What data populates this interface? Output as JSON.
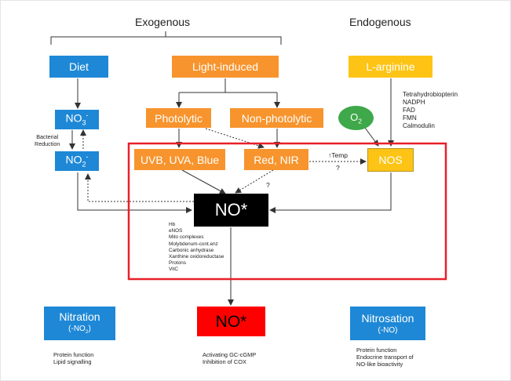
{
  "headers": {
    "exogenous": "Exogenous",
    "endogenous": "Endogenous"
  },
  "boxes": {
    "diet": "Diet",
    "light_induced": "Light-induced",
    "l_arginine": "L-arginine",
    "no3": {
      "base": "NO",
      "sub": "3",
      "sup": "-"
    },
    "no2": {
      "base": "NO",
      "sub": "2",
      "sup": "-"
    },
    "photolytic": "Photolytic",
    "non_photolytic": "Non-photolytic",
    "uvb": "UVB, UVA, Blue",
    "red_nir": "Red, NIR",
    "nos": "NOS",
    "no_star_center": "NO*",
    "nitration": {
      "title": "Nitration",
      "paren_open": "(-NO",
      "sub": "2",
      "paren_close": ")"
    },
    "no_star_bottom": "NO*",
    "nitrosation": {
      "title": "Nitrosation",
      "sub_label": "(-NO)"
    }
  },
  "o2": {
    "base": "O",
    "sub": "2"
  },
  "labels": {
    "bacterial_reduction": [
      "Bacterial",
      "Reduction"
    ],
    "temp": "↑Temp",
    "q_temp": "?",
    "q_red": "?"
  },
  "cofactors": [
    "Tetrahydrobiopterin",
    "NADPH",
    "FAD",
    "FMN",
    "Calmodulin"
  ],
  "sources": [
    "Hb",
    "eNOS",
    "Mito complexes",
    "Molybdenum-cont.enz",
    "Carbonic anhydrase",
    "Xanthine oxidoreductase",
    "Protons",
    "VitC"
  ],
  "outcomes": {
    "nitration": [
      "Protein function",
      "Lipid signalling"
    ],
    "no": [
      "Activating GC-cGMP",
      "Inhibition of COX"
    ],
    "nitrosation": [
      "Protein function",
      "Endocrine transport of",
      "NO-like bioactivity"
    ]
  },
  "colors": {
    "blue": "#1e88d6",
    "orange": "#f7942d",
    "yellow": "#fdc415",
    "green": "#3fa84a",
    "highlight": "#e8202a",
    "black": "#000000",
    "red": "#ff0000"
  }
}
